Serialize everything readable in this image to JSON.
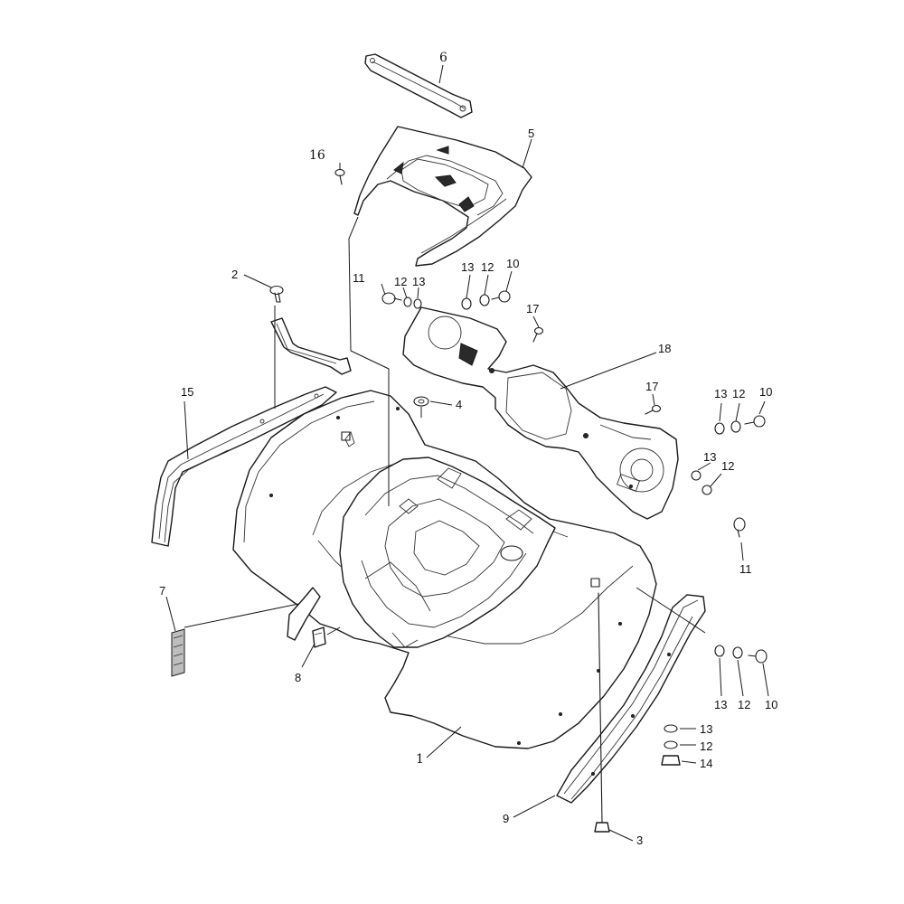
{
  "callouts": {
    "c1": "1",
    "c2": "2",
    "c3": "3",
    "c4": "4",
    "c5": "5",
    "c6": "6",
    "c7": "7",
    "c8": "8",
    "c9": "9",
    "c10a": "10",
    "c10b": "10",
    "c10c": "10",
    "c11a": "11",
    "c11b": "11",
    "c12a": "12",
    "c12b": "12",
    "c12c": "12",
    "c12d": "12",
    "c12e": "12",
    "c12f": "12",
    "c13a": "13",
    "c13b": "13",
    "c13c": "13",
    "c13d": "13",
    "c13e": "13",
    "c13f": "13",
    "c14": "14",
    "c15": "15",
    "c16": "16",
    "c17a": "17",
    "c17b": "17",
    "c18": "18"
  }
}
